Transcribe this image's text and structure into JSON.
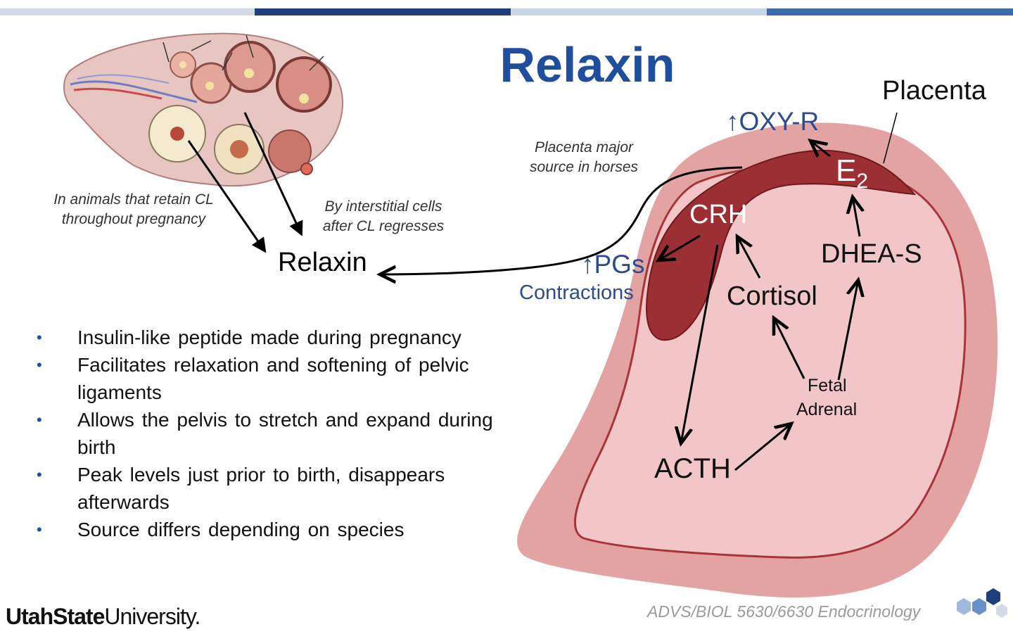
{
  "header_bar": {
    "segments": [
      {
        "color": "#d4dbe6"
      },
      {
        "color": "#1f3f7a"
      },
      {
        "color": "#c9d6e6"
      },
      {
        "color": "#3d6aa8"
      }
    ]
  },
  "title": "Relaxin",
  "ovary_annotations": {
    "retain_cl": "In animals that retain CL\nthroughout pregnancy",
    "interstitial": "By interstitial cells\nafter CL regresses",
    "placenta_source": "Placenta major\nsource in horses"
  },
  "relaxin_label": "Relaxin",
  "bullets": [
    "Insulin-like peptide made during pregnancy",
    "Facilitates relaxation and softening of pelvic ligaments",
    "Allows the pelvis to stretch and expand during birth",
    "Peak levels just prior to birth, disappears afterwards",
    "Source differs depending on species"
  ],
  "uterus_diagram": {
    "placenta_label": "Placenta",
    "oxy_r": "↑OXY-R",
    "e2_base": "E",
    "e2_sub": "2",
    "crh": "CRH",
    "pgs": "↑PGs",
    "contractions": "Contractions",
    "dhea_s": "DHEA-S",
    "cortisol": "Cortisol",
    "fetal_adrenal_line1": "Fetal",
    "fetal_adrenal_line2": "Adrenal",
    "acth": "ACTH",
    "colors": {
      "outer_uterus": "#e4a3a3",
      "inner_cavity": "#f2c6c6",
      "placenta": "#9c2f33",
      "blue_text": "#2e4b8c"
    }
  },
  "footer": {
    "university_bold": "UtahState",
    "university_regular": "University.",
    "course": "ADVS/BIOL 5630/6630 Endocrinology"
  }
}
